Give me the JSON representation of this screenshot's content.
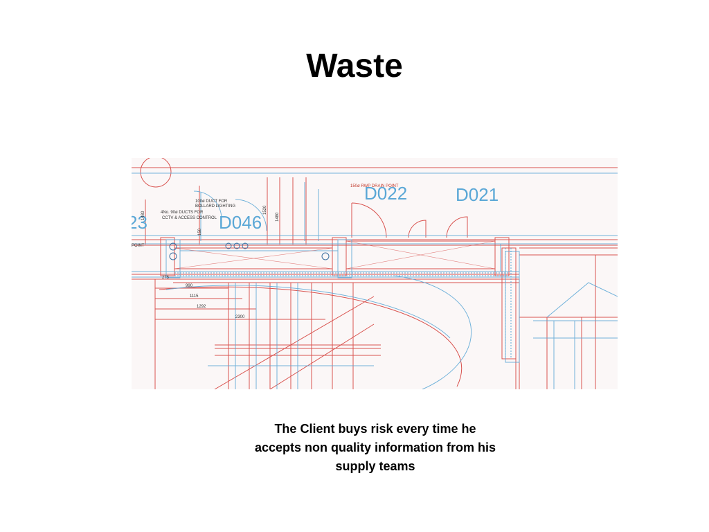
{
  "slide": {
    "title": "Waste",
    "caption_lines": [
      "The Client buys risk every time he",
      "accepts non quality information from his",
      "supply teams"
    ]
  },
  "drawing": {
    "room_labels": [
      "D022",
      "D021",
      "D046",
      "23"
    ],
    "notes": [
      "150ø RWP DRAIN POINT",
      "100ø DUCT FOR",
      "BOLLARD LIGHTING",
      "4No. 90ø DUCTS FOR",
      "CCTV & ACCESS CONTROL",
      "POINT"
    ],
    "dimensions": [
      "990",
      "1115",
      "1292",
      "2300",
      "275",
      "1480",
      "150",
      "1520",
      "1480"
    ],
    "colors": {
      "red_line": "#d9534f",
      "blue_line": "#5aa7d6",
      "background": "#fbf7f7"
    }
  }
}
